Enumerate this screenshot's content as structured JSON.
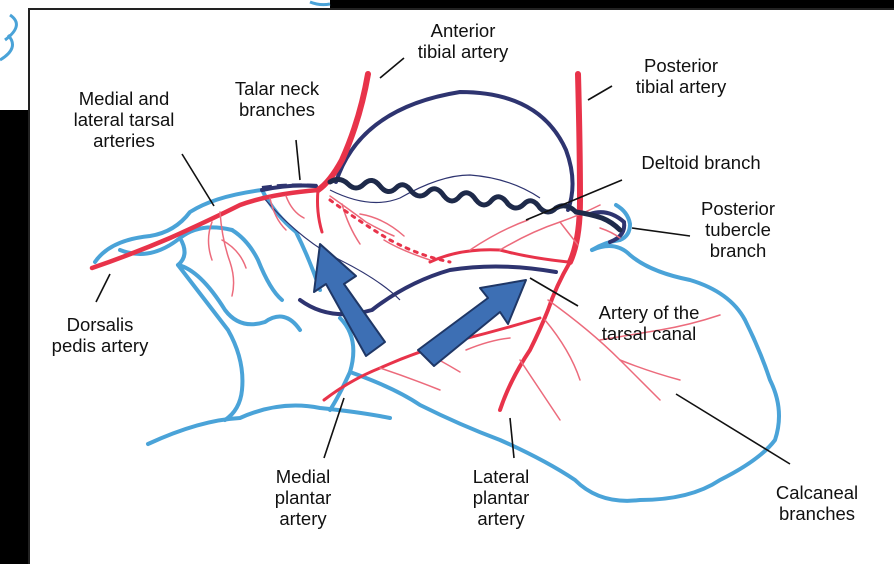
{
  "labels": {
    "anterior_tibial": "Anterior\ntibial artery",
    "posterior_tibial": "Posterior\ntibial artery",
    "talar_neck": "Talar neck\nbranches",
    "medial_lateral_tarsal": "Medial and\nlateral tarsal\narteries",
    "deltoid": "Deltoid branch",
    "posterior_tubercle": "Posterior\ntubercle\nbranch",
    "dorsalis_pedis": "Dorsalis\npedis artery",
    "tarsal_canal": "Artery of the\ntarsal canal",
    "medial_plantar": "Medial\nplantar\nartery",
    "lateral_plantar": "Lateral\nplantar\nartery",
    "calcaneal": "Calcaneal\nbranches"
  },
  "colors": {
    "artery": "#e8334a",
    "artery_light": "#ec6b7c",
    "bone_outline": "#4aa3d8",
    "talus_outline": "#2e3470",
    "anastomosis": "#1e2a4a",
    "arrow_fill": "#3d6fb4",
    "arrow_stroke": "#1f3766"
  }
}
